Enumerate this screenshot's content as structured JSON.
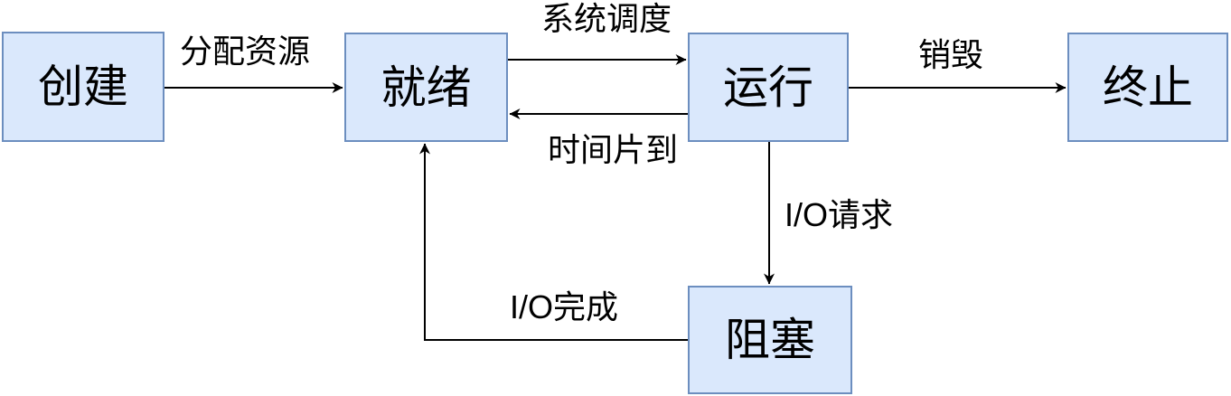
{
  "diagram": {
    "type": "process-state-transition-diagram",
    "nodes": [
      {
        "id": "create",
        "label": "创建"
      },
      {
        "id": "ready",
        "label": "就绪"
      },
      {
        "id": "running",
        "label": "运行"
      },
      {
        "id": "terminated",
        "label": "终止"
      },
      {
        "id": "blocked",
        "label": "阻塞"
      }
    ],
    "edges": [
      {
        "from": "create",
        "to": "ready",
        "label": "分配资源"
      },
      {
        "from": "ready",
        "to": "running",
        "label": "系统调度"
      },
      {
        "from": "running",
        "to": "ready",
        "label": "时间片到"
      },
      {
        "from": "running",
        "to": "terminated",
        "label": "销毁"
      },
      {
        "from": "running",
        "to": "blocked",
        "label": "I/O请求"
      },
      {
        "from": "blocked",
        "to": "ready",
        "label": "I/O完成"
      }
    ],
    "colors": {
      "node_fill": "#dae8fc",
      "node_border": "#6c8ebf",
      "arrow": "#000000",
      "text": "#000000",
      "background": "#ffffff"
    }
  }
}
